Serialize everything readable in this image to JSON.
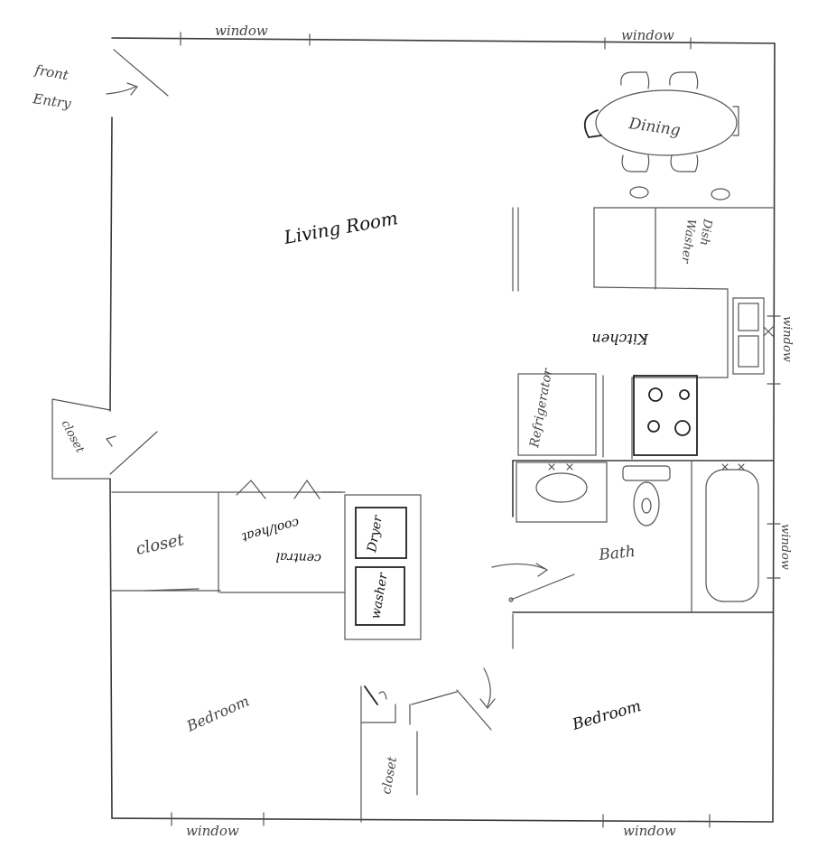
{
  "labels": {
    "front_entry_line1": "front",
    "front_entry_line2": "Entry",
    "window": "window",
    "living_room": "Living Room",
    "dining": "Dining",
    "dishwasher_line1": "Dish",
    "dishwasher_line2": "Washer",
    "kitchen": "Kitchen",
    "refrigerator": "Refrigerator",
    "closet": "closet",
    "central_line1": "central",
    "central_line2": "cool/heat",
    "dryer": "Dryer",
    "washer": "washer",
    "bath": "Bath",
    "bedroom_left": "Bedroom",
    "bedroom_right": "Bedroom"
  }
}
